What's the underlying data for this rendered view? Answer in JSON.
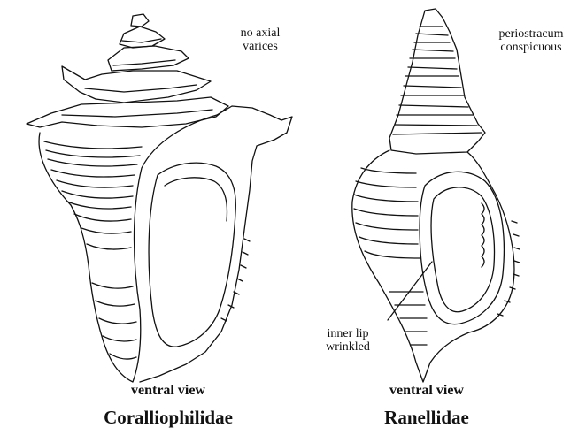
{
  "left_shell": {
    "annotation": "no axial\nvarices",
    "view_label": "ventral view",
    "family_name": "Coralliophilidae"
  },
  "right_shell": {
    "annotation_top": "periostracum\nconspicuous",
    "annotation_lip": "inner lip\nwrinkled",
    "view_label": "ventral view",
    "family_name": "Ranellidae"
  }
}
